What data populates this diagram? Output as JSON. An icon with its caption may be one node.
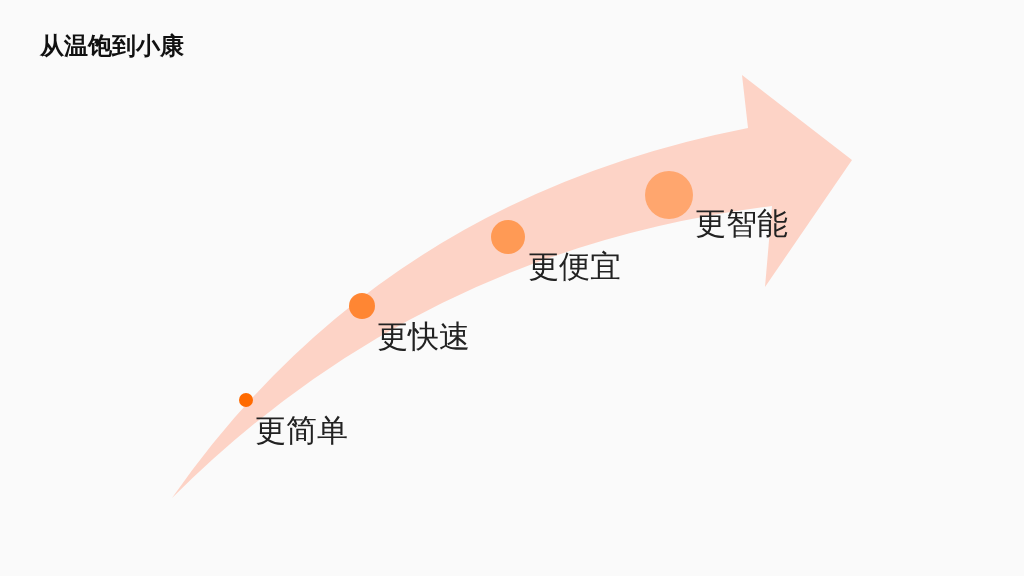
{
  "diagram": {
    "title": "从温饱到小康",
    "nodes": [
      {
        "text": [],
        "shape": "circle",
        "beside": [
          "更简单"
        ]
      },
      {
        "text": [],
        "shape": "circle",
        "beside": [
          "更快速"
        ]
      },
      {
        "text": [],
        "shape": "circle",
        "beside": [
          "更便宜"
        ]
      },
      {
        "text": [],
        "shape": "circle",
        "beside": [
          "更智能"
        ]
      }
    ]
  }
}
